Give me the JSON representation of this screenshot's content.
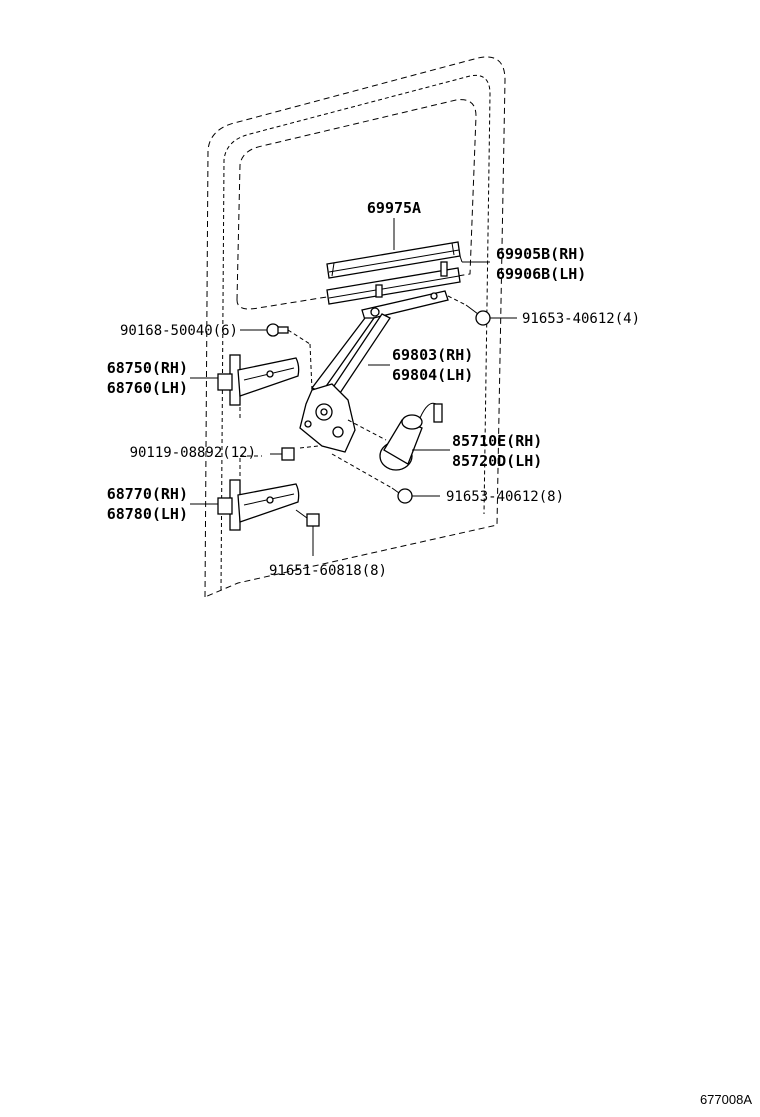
{
  "parts": {
    "channel_top": "69975A",
    "channel_rh": "69905B(RH)",
    "channel_lh": "69906B(LH)",
    "bolt_right_top": "91653-40612(4)",
    "bolt_left_top": "90168-50040(6)",
    "hinge_upper_rh": "68750(RH)",
    "hinge_upper_lh": "68760(LH)",
    "regulator_rh": "69803(RH)",
    "regulator_lh": "69804(LH)",
    "motor_rh": "85710E(RH)",
    "motor_lh": "85720D(LH)",
    "bolt_left_mid": "90119-08892(12)",
    "bolt_right_mid": "91653-40612(8)",
    "hinge_lower_rh": "68770(RH)",
    "hinge_lower_lh": "68780(LH)",
    "bolt_bottom": "91651-60818(8)"
  },
  "reference": "677008A"
}
